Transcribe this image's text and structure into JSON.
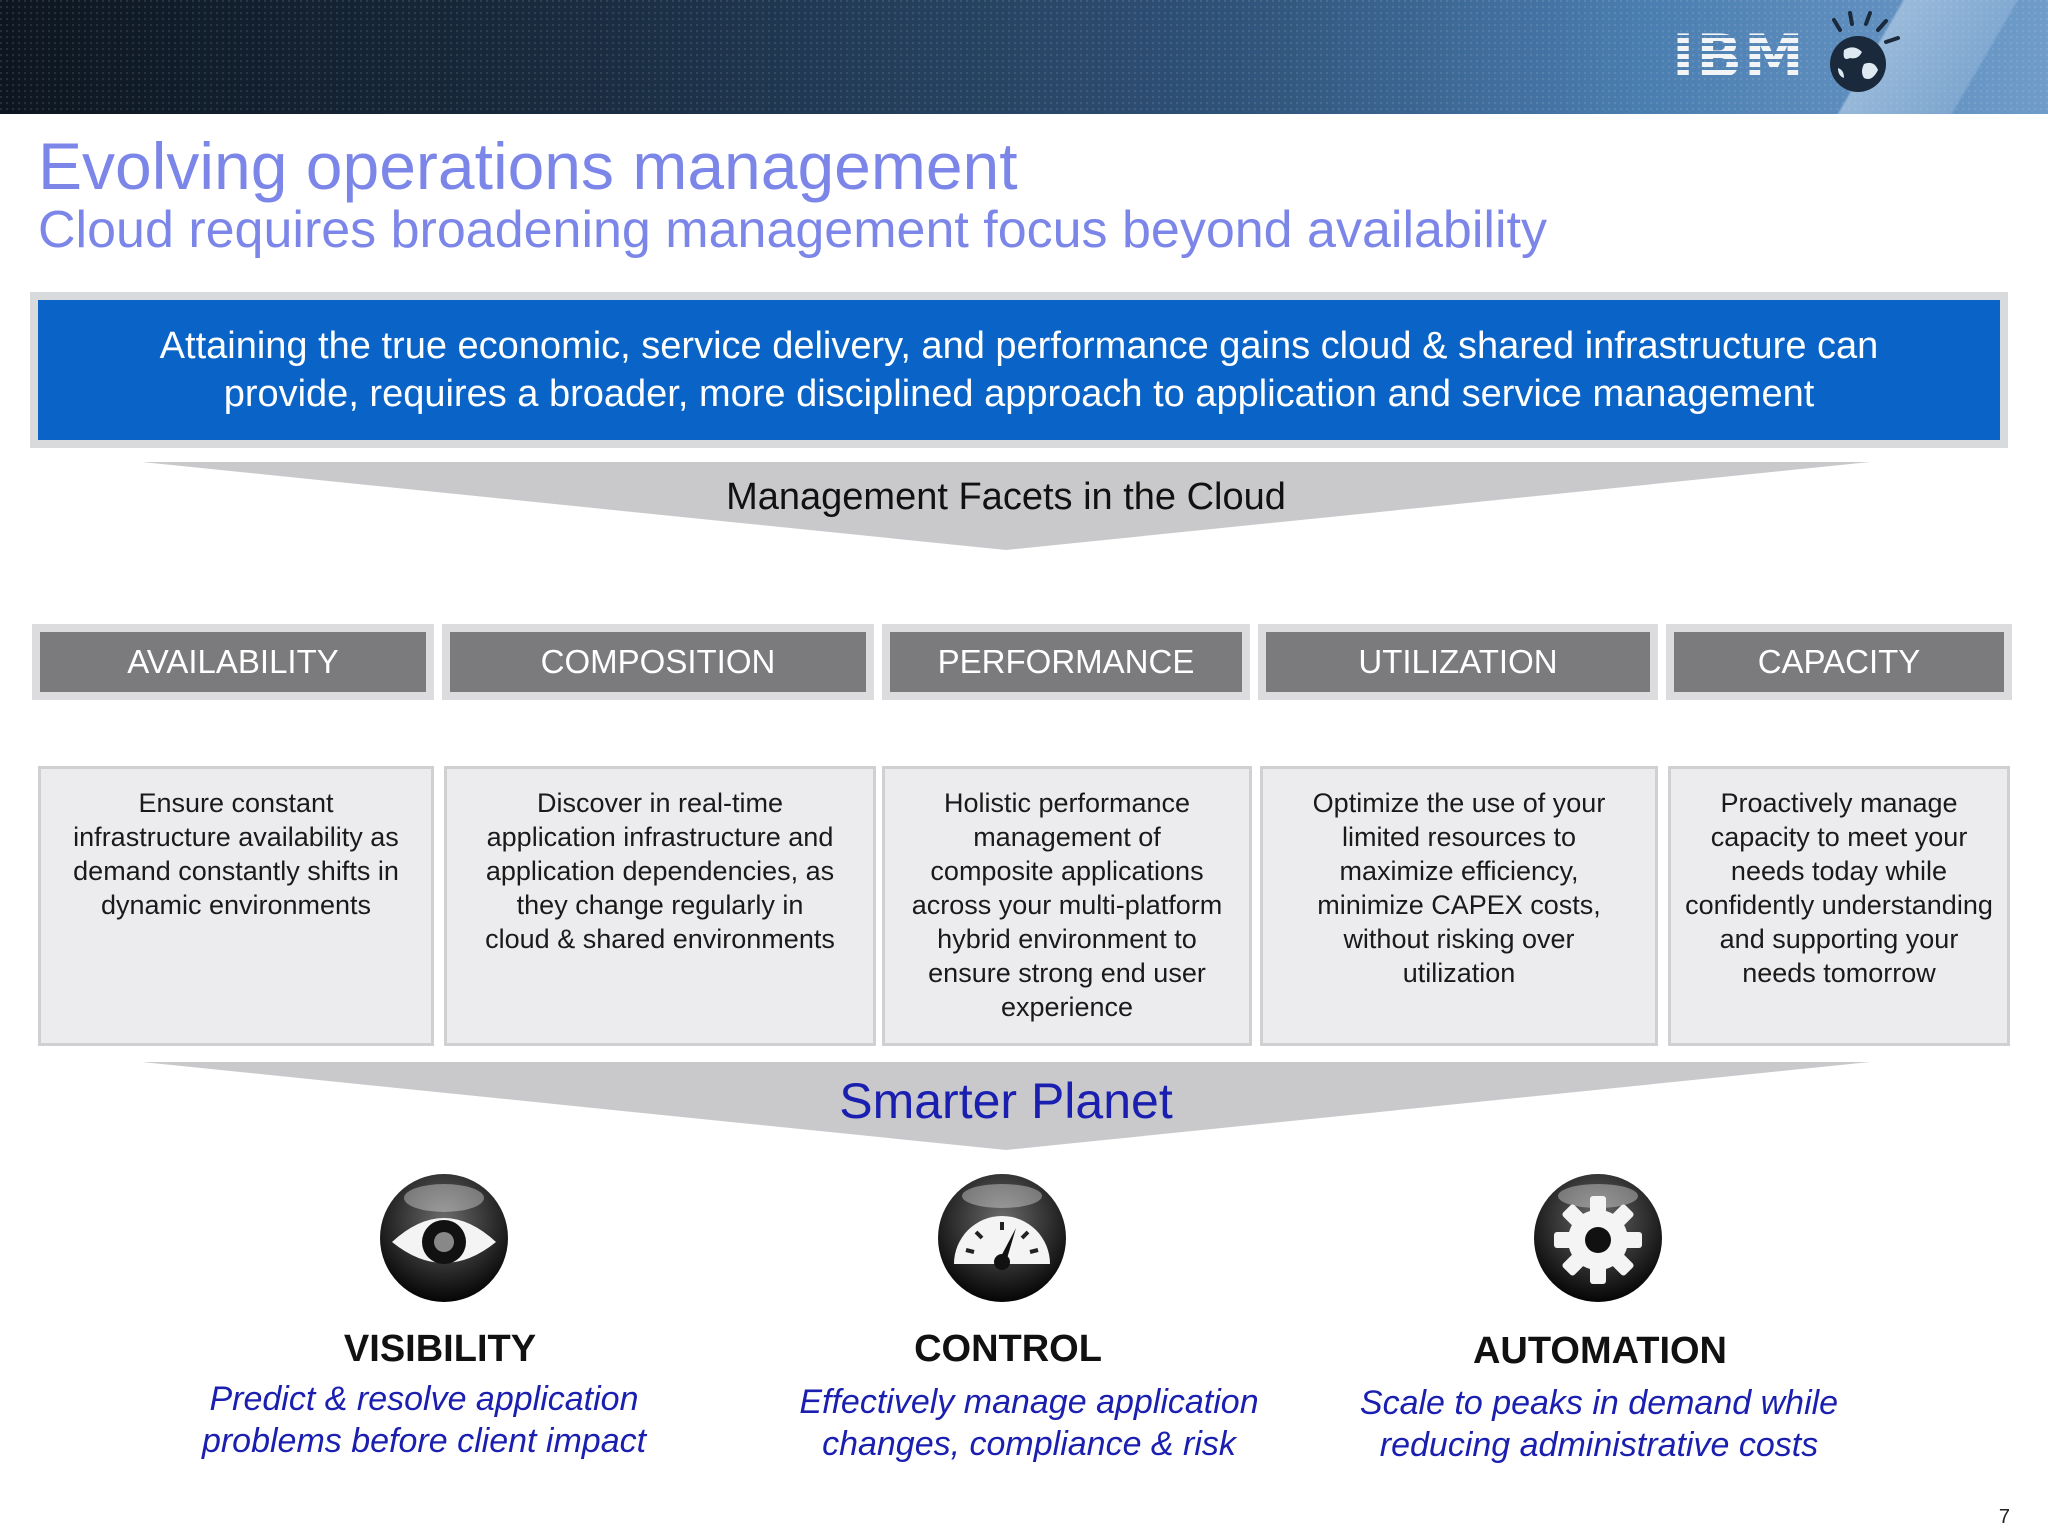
{
  "header": {
    "logo_text": "IBM",
    "globe_icon": "ibm-smarter-planet-globe-icon"
  },
  "title": "Evolving operations management",
  "subtitle": "Cloud requires broadening management focus beyond availability",
  "banner": {
    "line1": "Attaining the true economic, service delivery, and performance gains cloud & shared infrastructure can",
    "line2": "provide, requires a broader, more disciplined approach to application and service management"
  },
  "facets_heading": "Management Facets in the Cloud",
  "facets": [
    {
      "label": "AVAILABILITY",
      "description": [
        "Ensure constant",
        "infrastructure availability as",
        "demand constantly shifts in",
        "dynamic environments"
      ]
    },
    {
      "label": "COMPOSITION",
      "description": [
        "Discover in real-time",
        "application infrastructure and",
        "application dependencies, as",
        "they change regularly in",
        "cloud & shared environments"
      ]
    },
    {
      "label": "PERFORMANCE",
      "description": [
        "Holistic performance",
        "management of",
        "composite applications",
        "across your multi-platform",
        "hybrid environment to",
        "ensure strong end user",
        "experience"
      ]
    },
    {
      "label": "UTILIZATION",
      "description": [
        "Optimize the use of your",
        "limited resources to",
        "maximize efficiency,",
        "minimize CAPEX costs,",
        "without risking over",
        "utilization"
      ]
    },
    {
      "label": "CAPACITY",
      "description": [
        "Proactively manage",
        "capacity to meet your",
        "needs today while",
        "confidently understanding",
        "and supporting your",
        "needs tomorrow"
      ]
    }
  ],
  "smarter_heading": "Smarter Planet",
  "pillars": [
    {
      "icon": "eye-icon",
      "title": "VISIBILITY",
      "line1": "Predict & resolve application",
      "line2": "problems before client impact"
    },
    {
      "icon": "gauge-icon",
      "title": "CONTROL",
      "line1": "Effectively manage application",
      "line2": "changes, compliance & risk"
    },
    {
      "icon": "gear-icon",
      "title": "AUTOMATION",
      "line1": "Scale to peaks in demand while",
      "line2": "reducing administrative costs"
    }
  ],
  "page_number": "7",
  "colors": {
    "title": "#7b86e8",
    "banner": "#0a64c8",
    "facet_header": "#7b7b7d",
    "pillar_text": "#1a1fb0"
  }
}
